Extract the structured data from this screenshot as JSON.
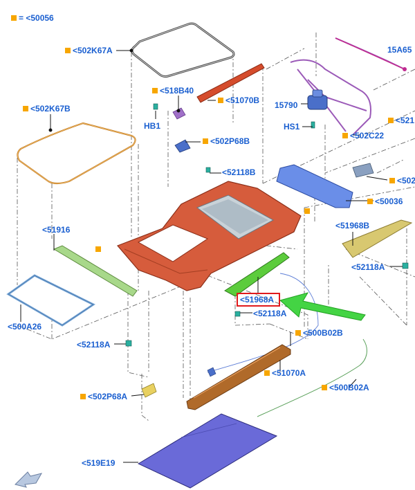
{
  "colors": {
    "label": "#1a5fd0",
    "marker": "#f7a600",
    "highlight": "#e0191b",
    "arrow": "#3fd63f"
  },
  "legend": {
    "text": "= <50056"
  },
  "labels": {
    "l_502k67a": "<502K67A",
    "l_518b40": "<518B40",
    "l_51070b": "<51070B",
    "l_502k67b": "<502K67B",
    "l_hb1": "HB1",
    "l_502p68b": "<502P68B",
    "l_52118b": "<52118B",
    "l_15a65": "15A65",
    "l_15790": "15790",
    "l_hs1": "HS1",
    "l_502c22": "<502C22",
    "l_521": "<521",
    "l_502": "<502",
    "l_50036": "<50036",
    "l_51916": "<51916",
    "l_51968b": "<51968B",
    "l_52118a_r": "<52118A",
    "l_51968a": "<51968A",
    "l_52118a_c": "<52118A",
    "l_500a26": "<500A26",
    "l_500b02b": "<500B02B",
    "l_52118a_l": "<52118A",
    "l_51070a": "<51070A",
    "l_502p68a": "<502P68A",
    "l_500b02a": "<500B02A",
    "l_519e19": "<519E19"
  }
}
